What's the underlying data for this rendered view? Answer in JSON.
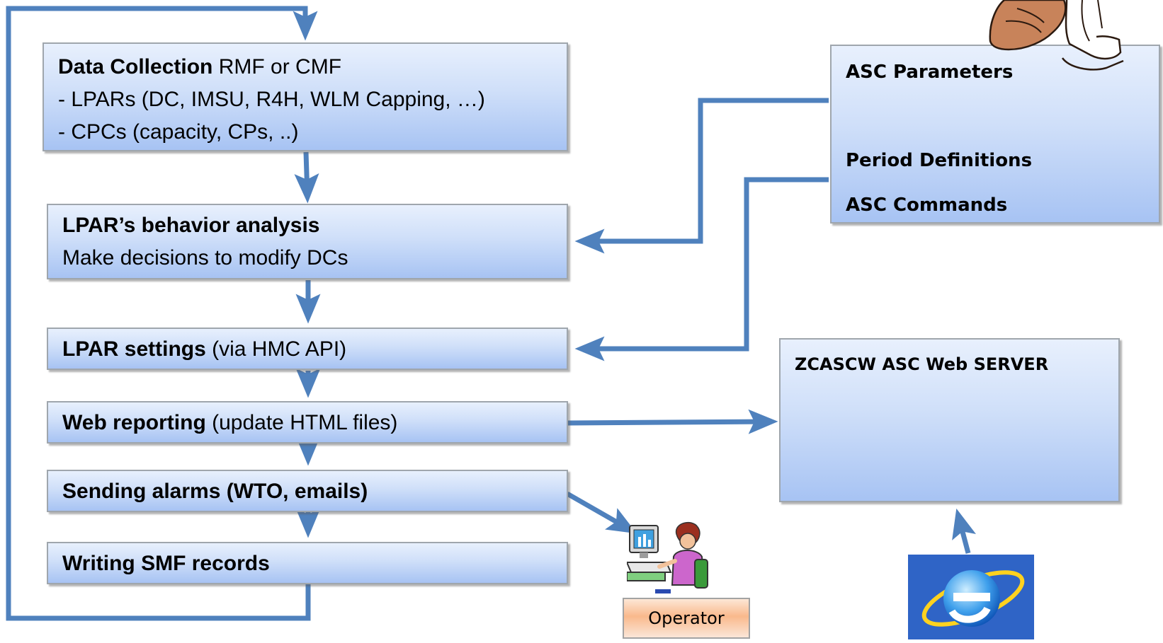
{
  "process_boxes": {
    "data_collection": {
      "title": "Data Collection",
      "title_suffix": " RMF or CMF",
      "line2": "- LPARs (DC, IMSU, R4H, WLM Capping, …)",
      "line3": "- CPCs (capacity,  CPs, ..)"
    },
    "behavior_analysis": {
      "title": "LPAR’s behavior analysis",
      "line2": "Make  decisions to modify DCs"
    },
    "lpar_settings": {
      "title": "LPAR settings",
      "suffix": " (via HMC API)"
    },
    "web_reporting": {
      "title": "Web reporting",
      "suffix": " (update HTML files)"
    },
    "sending_alarms": {
      "title": "Sending alarms (WTO, emails)"
    },
    "writing_smf": {
      "title": "Writing SMF records"
    }
  },
  "asc_config": {
    "parameters": "ASC Parameters",
    "period_definitions": "Period Definitions",
    "commands": "ASC Commands"
  },
  "web_server": {
    "title": "ZCASCW ASC Web SERVER"
  },
  "operator": {
    "label": "Operator"
  },
  "colors": {
    "arrow": "#4f81bd",
    "box_border": "#9fa6ad",
    "box_fill_top": "#e8f0fd",
    "box_fill_bottom": "#a7c3f3"
  },
  "icons": [
    "operator-at-computer-icon",
    "internet-explorer-icon",
    "pointing-hand-icon"
  ]
}
